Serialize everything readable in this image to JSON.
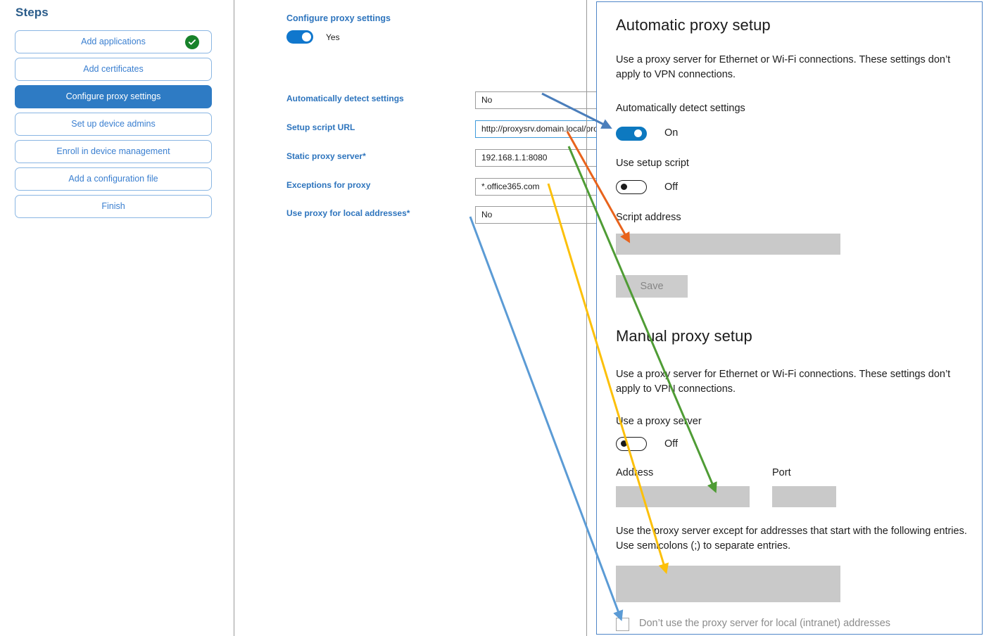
{
  "steps": {
    "title": "Steps",
    "items": [
      {
        "label": "Add applications",
        "state": "complete",
        "icon": "check-circle-icon"
      },
      {
        "label": "Add certificates",
        "state": "default"
      },
      {
        "label": "Configure proxy settings",
        "state": "active"
      },
      {
        "label": "Set up device admins",
        "state": "default"
      },
      {
        "label": "Enroll in device management",
        "state": "default"
      },
      {
        "label": "Add a configuration file",
        "state": "default"
      },
      {
        "label": "Finish",
        "state": "default"
      }
    ]
  },
  "form": {
    "heading": "Configure proxy settings",
    "toggle": {
      "state": "Yes",
      "on": true
    },
    "fields": [
      {
        "label": "Automatically detect settings",
        "required": false,
        "type": "select",
        "value": "No",
        "focused": false
      },
      {
        "label": "Setup script URL",
        "required": false,
        "type": "text",
        "value": "http://proxysrv.domain.local/proxy.pa",
        "focused": true
      },
      {
        "label": "Static proxy server",
        "required": true,
        "type": "text",
        "value": "192.168.1.1:8080",
        "focused": false
      },
      {
        "label": "Exceptions for proxy",
        "required": false,
        "type": "text",
        "value": "*.office365.com",
        "focused": false
      },
      {
        "label": "Use proxy for local addresses",
        "required": true,
        "type": "select",
        "value": "No",
        "focused": false
      }
    ],
    "required_marker": "*"
  },
  "settings": {
    "automatic": {
      "heading": "Automatic proxy setup",
      "description": "Use a proxy server for Ethernet or Wi-Fi connections. These settings don’t apply to VPN connections.",
      "detect_label": "Automatically detect settings",
      "detect_state": "On",
      "script_toggle_label": "Use setup script",
      "script_toggle_state": "Off",
      "script_address_label": "Script address",
      "script_address_value": "",
      "save_label": "Save"
    },
    "manual": {
      "heading": "Manual proxy setup",
      "description": "Use a proxy server for Ethernet or Wi-Fi connections. These settings don’t apply to VPN connections.",
      "use_proxy_label": "Use a proxy server",
      "use_proxy_state": "Off",
      "address_label": "Address",
      "address_value": "",
      "port_label": "Port",
      "port_value": "",
      "exceptions_description": "Use the proxy server except for addresses that start with the following entries. Use semicolons (;) to separate entries.",
      "exceptions_value": "",
      "local_checkbox_label": "Don’t use the proxy server for local (intranet) addresses",
      "local_checkbox_checked": false
    }
  },
  "annotations": {
    "arrows": [
      {
        "name": "arrow-detect-settings",
        "color": "#4a7ebb",
        "from": "Automatically detect settings dropdown",
        "to": "Automatically detect settings toggle"
      },
      {
        "name": "arrow-setup-script-url",
        "color": "#e8631c",
        "from": "Setup script URL field",
        "to": "Script address box"
      },
      {
        "name": "arrow-static-proxy-server",
        "color": "#4f9c35",
        "from": "Static proxy server field",
        "to": "Address box"
      },
      {
        "name": "arrow-exceptions-for-proxy",
        "color": "#fcc00a",
        "from": "Exceptions for proxy field",
        "to": "Exceptions box"
      },
      {
        "name": "arrow-use-proxy-local",
        "color": "#5b9bd5",
        "from": "Use proxy for local addresses dropdown",
        "to": "Local intranet checkbox"
      }
    ]
  }
}
